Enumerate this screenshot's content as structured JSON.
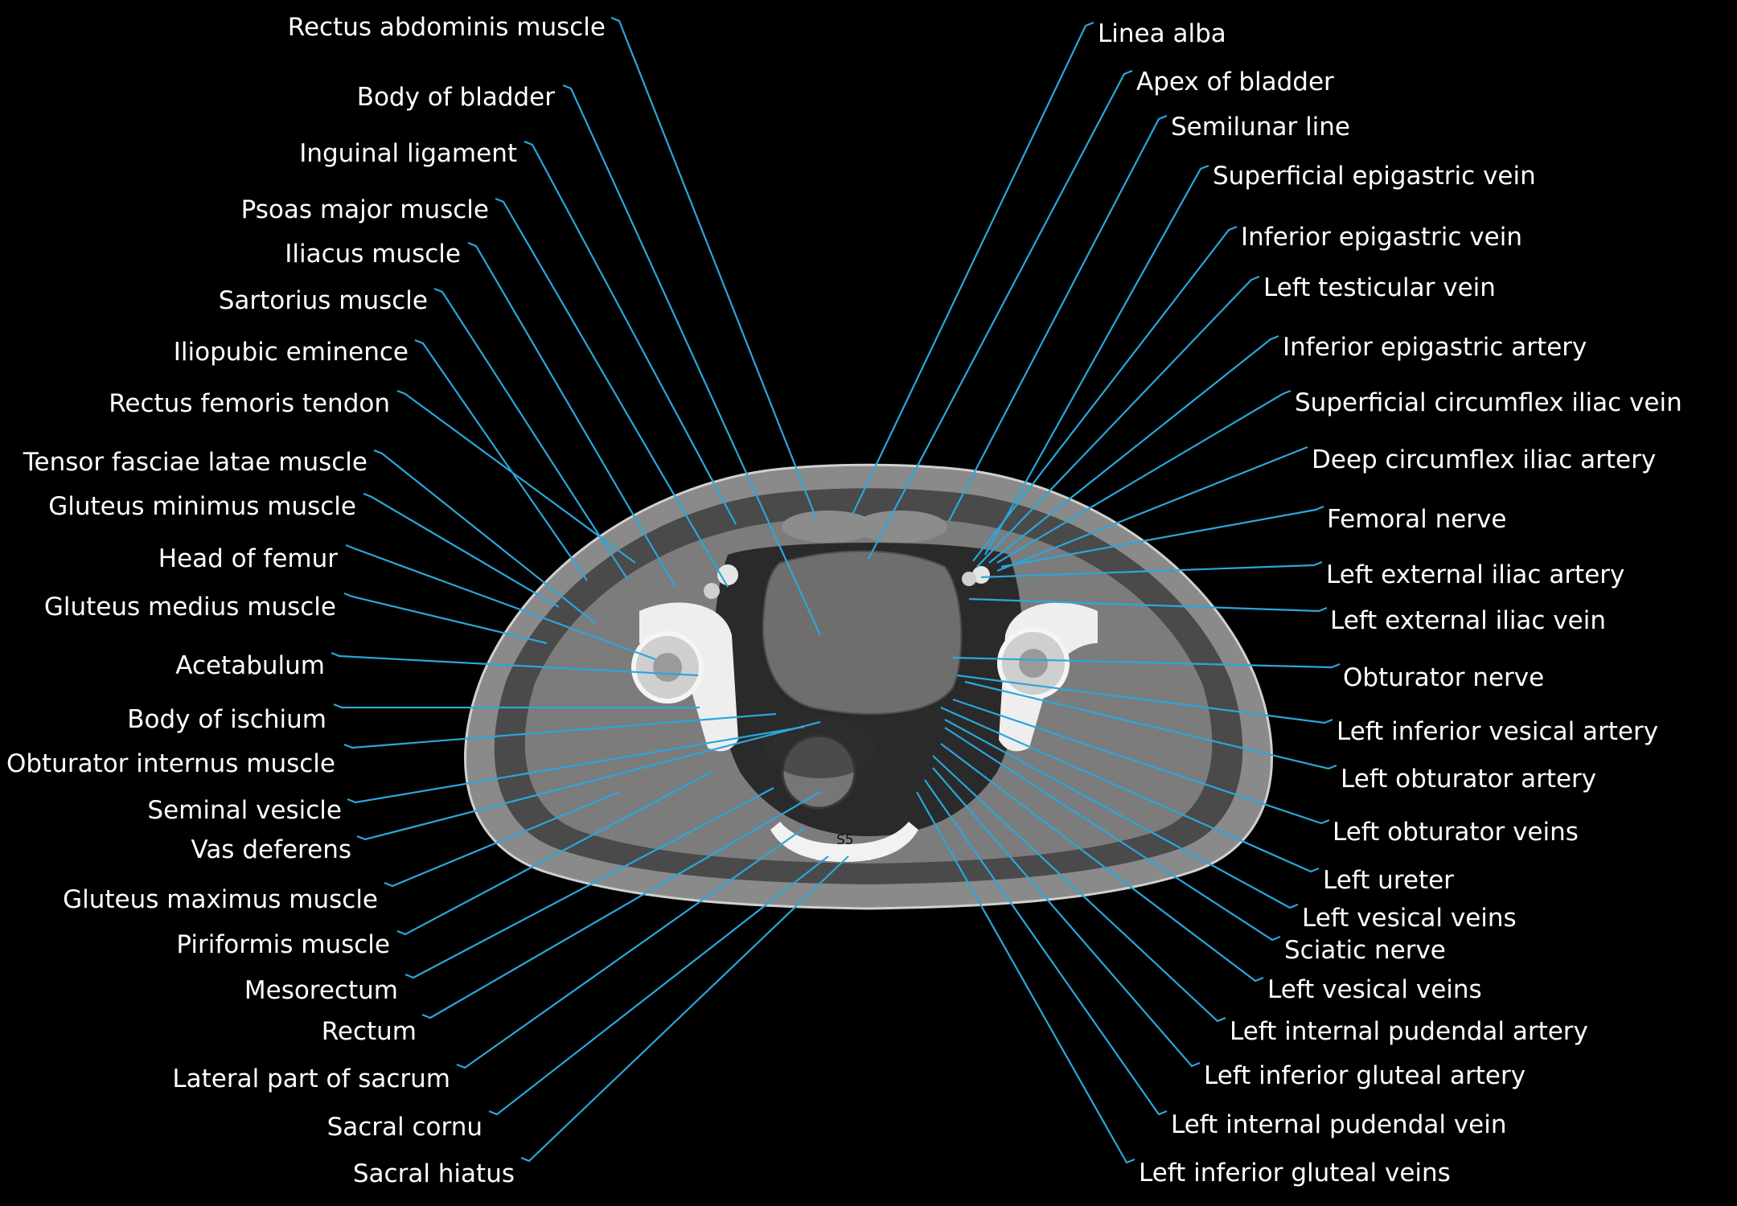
{
  "colors": {
    "background": "#000000",
    "leader": "#2aa7dc",
    "label": "#ffffff"
  },
  "image": {
    "description_icon": "ct-axial-pelvis-image",
    "vertebra_label": "S5"
  },
  "labels_left": [
    "Rectus abdominis muscle",
    "Body of bladder",
    "Inguinal ligament",
    "Psoas major muscle",
    "Iliacus muscle",
    "Sartorius muscle",
    "Iliopubic eminence",
    "Rectus femoris tendon",
    "Tensor fasciae latae muscle",
    "Gluteus minimus muscle",
    "Head of femur",
    "Gluteus medius muscle",
    "Acetabulum",
    "Body of ischium",
    "Obturator internus muscle",
    "Seminal vesicle",
    "Vas deferens",
    "Gluteus maximus muscle",
    "Piriformis muscle",
    "Mesorectum",
    "Rectum",
    "Lateral part of sacrum",
    "Sacral cornu",
    "Sacral hiatus"
  ],
  "labels_right": [
    "Linea alba",
    "Apex of bladder",
    "Semilunar line",
    "Superficial epigastric vein",
    "Inferior epigastric vein",
    "Left testicular vein",
    "Inferior epigastric artery",
    "Superficial circumflex iliac vein",
    "Deep circumflex iliac artery",
    "Femoral nerve",
    "Left external iliac artery",
    "Left external iliac vein",
    "Obturator nerve",
    "Left inferior vesical artery",
    "Left obturator artery",
    "Left obturator veins",
    "Left ureter",
    "Left vesical veins",
    "Sciatic nerve",
    "Left vesical veins",
    "Left internal pudendal artery",
    "Left inferior gluteal artery",
    "Left internal pudendal vein",
    "Left inferior gluteal veins"
  ]
}
